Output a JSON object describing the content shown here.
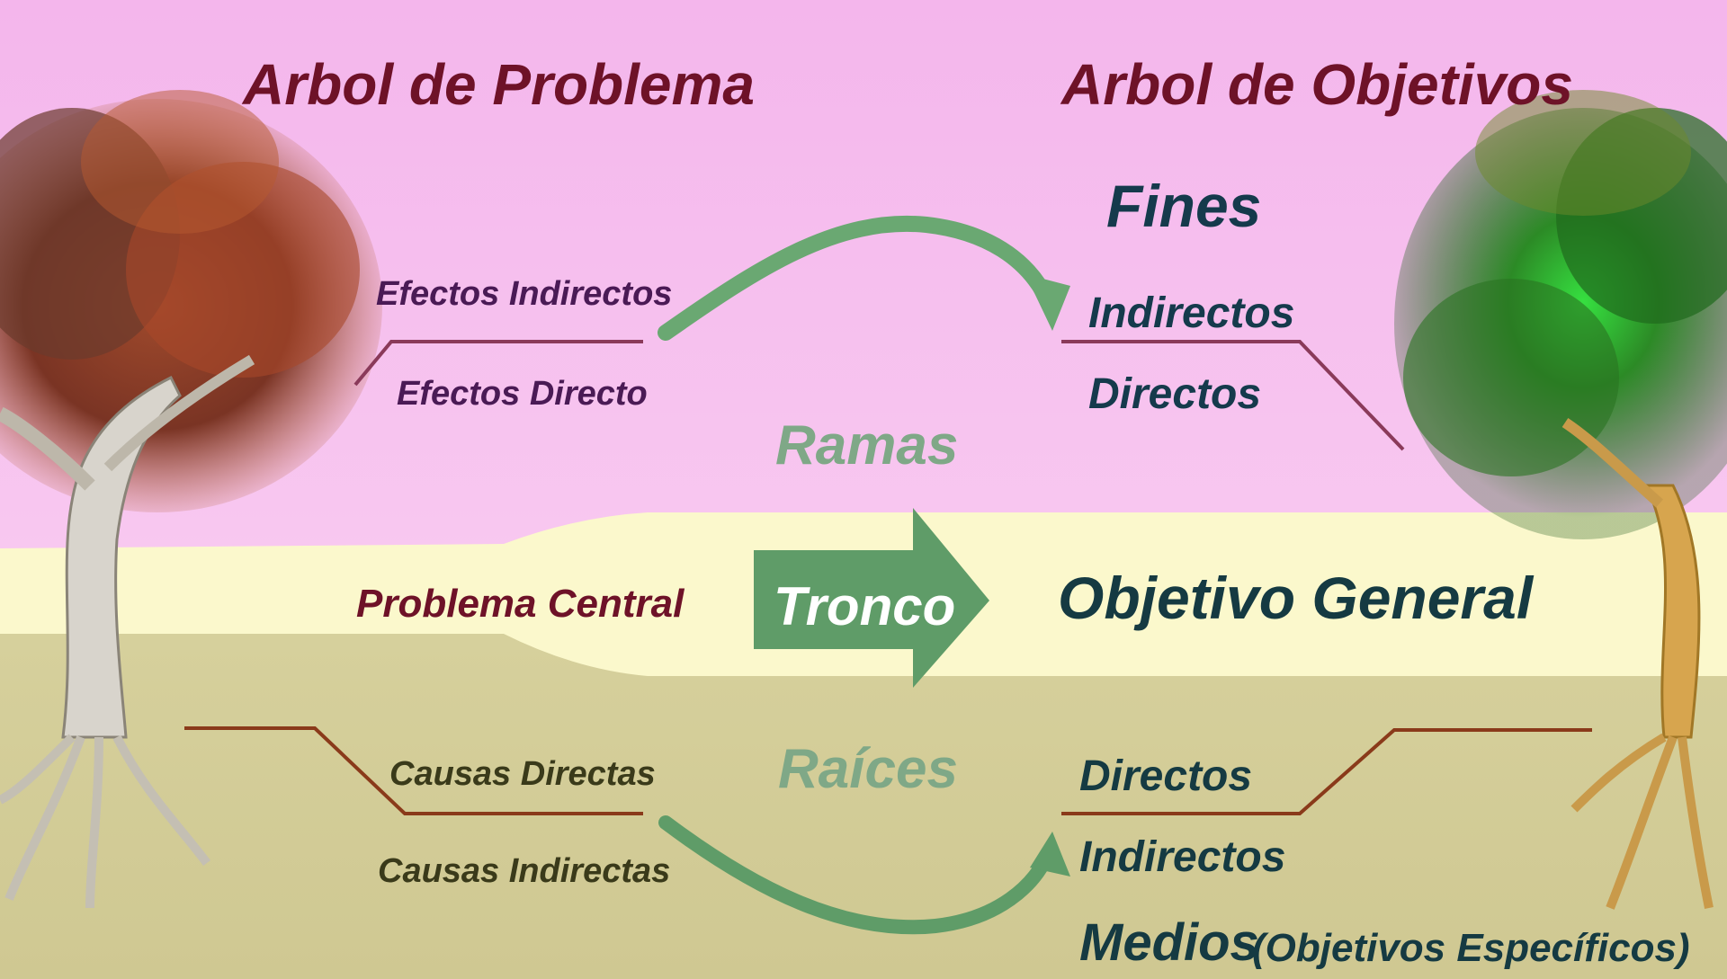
{
  "left_tree": {
    "title": "Arbol de Problema",
    "effects_indirect": "Efectos Indirectos",
    "effects_direct": "Efectos Directo",
    "central": "Problema Central",
    "causes_direct": "Causas Directas",
    "causes_indirect": "Causas Indirectas"
  },
  "center": {
    "branches": "Ramas",
    "trunk": "Tronco",
    "roots": "Raíces"
  },
  "right_tree": {
    "title": "Arbol de Objetivos",
    "ends": "Fines",
    "ends_indirect": "Indirectos",
    "ends_direct": "Directos",
    "general": "Objetivo General",
    "means_direct": "Directos",
    "means_indirect": "Indirectos",
    "means": "Medios",
    "means_note": "(Objetivos Específicos)"
  },
  "colors": {
    "sky": "#f3b8ec",
    "trunk_band": "#fbf8cc",
    "ground": "#d2cc9a",
    "arrow": "#5f9c68",
    "problem_text": "#6e1228",
    "objective_text": "#153a4c",
    "dead_foliage": "#8a3a22",
    "live_foliage": "#2c7a24"
  }
}
